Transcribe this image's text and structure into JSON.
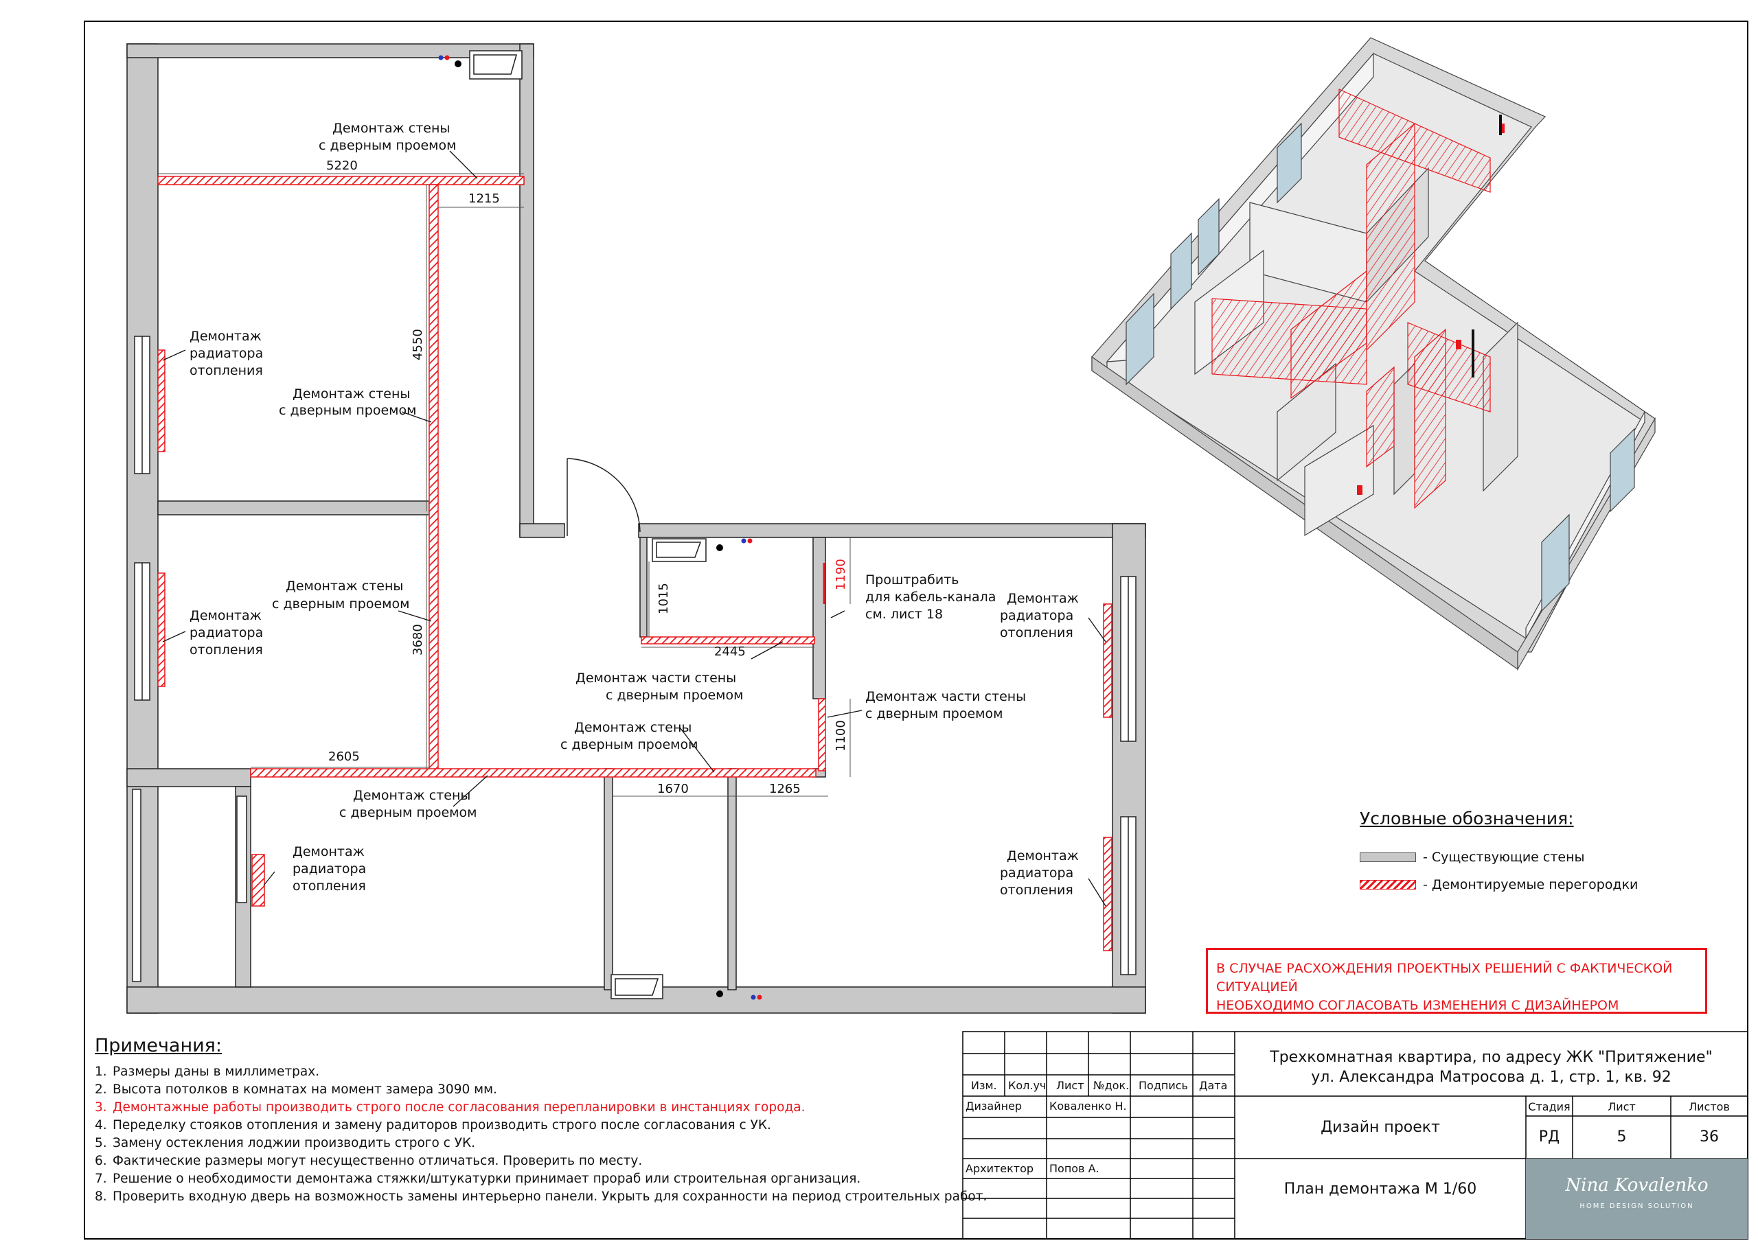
{
  "plan": {
    "dimensions": {
      "d5220": "5220",
      "d1215": "1215",
      "d4550": "4550",
      "d3680": "3680",
      "d2605": "2605",
      "d1015": "1015",
      "d2445": "2445",
      "d1190": "1190",
      "d1100": "1100",
      "d1670": "1670",
      "d1265": "1265"
    },
    "labels": {
      "wall_door_l1": "Демонтаж стены",
      "wall_door_l2": "с дверным проемом",
      "radiator_l1": "Демонтаж",
      "radiator_l2": "радиатора",
      "radiator_l3": "отопления",
      "part_wall_l1": "Демонтаж части стены",
      "part_wall_l2": "с дверным проемом",
      "channel_l1": "Проштрабить",
      "channel_l2": "для кабель-канала",
      "channel_l3": "см. лист 18"
    }
  },
  "legend": {
    "title": "Условные обозначения:",
    "existing": "- Существующие стены",
    "demolished": "- Демонтируемые перегородки"
  },
  "warning": {
    "line1": "В СЛУЧАЕ РАСХОЖДЕНИЯ ПРОЕКТНЫХ РЕШЕНИЙ С ФАКТИЧЕСКОЙ СИТУАЦИЕЙ",
    "line2": "НЕОБХОДИМО СОГЛАСОВАТЬ ИЗМЕНЕНИЯ С ДИЗАЙНЕРОМ"
  },
  "notes": {
    "title": "Примечания:",
    "items": [
      "Размеры даны в миллиметрах.",
      "Высота потолков в комнатах на момент замера 3090 мм.",
      "Демонтажные работы производить строго после согласования перепланировки в инстанциях города.",
      "Переделку стояков отопления и замену радиторов производить строго после согласования с УК.",
      "Замену остекления лоджии производить строго с УК.",
      "Фактические размеры могут несущественно отличаться. Проверить по месту.",
      "Решение о необходимости демонтажа стяжки/штукатурки принимает прораб или строительная организация.",
      "Проверить входную дверь на возможность замены интерьерно панели. Укрыть для сохранности на период строительных работ."
    ]
  },
  "title_block": {
    "headers": [
      "Изм.",
      "Кол.уч",
      "Лист",
      "№док.",
      "Подпись",
      "Дата"
    ],
    "designer_role": "Дизайнер",
    "designer_name": "Коваленко Н.",
    "architect_role": "Архитектор",
    "architect_name": "Попов А.",
    "project_line1": "Трехкомнатная квартира, по адресу ЖК \"Притяжение\"",
    "project_line2": "ул. Александра Матросова д. 1, стр. 1, кв. 92",
    "doc_type": "Дизайн проект",
    "stage_label": "Стадия",
    "stage": "РД",
    "sheet_label": "Лист",
    "sheet": "5",
    "sheets_label": "Листов",
    "sheets": "36",
    "drawing_title": "План демонтажа М 1/60",
    "logo_name": "Nina Kovalenko",
    "logo_tag": "HOME DESIGN SOLUTION"
  },
  "colors": {
    "wall": "#c8c8c8",
    "demolition": "#e8161b",
    "logo_bg": "#8fa3a8"
  }
}
